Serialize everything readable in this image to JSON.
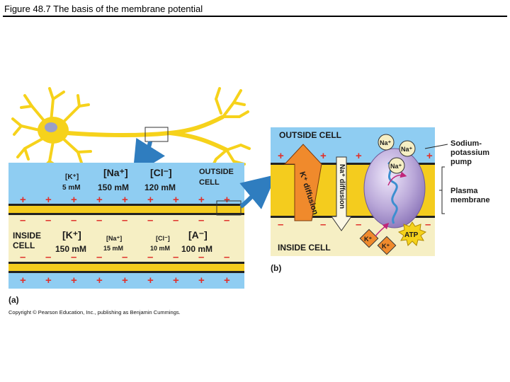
{
  "title": "Figure 48.7  The basis of the membrane potential",
  "panel_a": {
    "label": "(a)",
    "outside": {
      "k_label": "[K⁺]",
      "k_value": "5 mM",
      "na_label": "[Na⁺]",
      "na_value": "150 mM",
      "cl_label": "[Cl⁻]",
      "cl_value": "120 mM",
      "region_label_1": "OUTSIDE",
      "region_label_2": "CELL"
    },
    "inside": {
      "region_label_1": "INSIDE",
      "region_label_2": "CELL",
      "k_label": "[K⁺]",
      "k_value": "150 mM",
      "na_label": "[Na⁺]",
      "na_value": "15 mM",
      "cl_label": "[Cl⁻]",
      "cl_value": "10 mM",
      "a_label": "[A⁻]",
      "a_value": "100 mM"
    },
    "plus_sign": "+",
    "minus_sign": "–"
  },
  "panel_b": {
    "label": "(b)",
    "outside_label": "OUTSIDE CELL",
    "inside_label": "INSIDE CELL",
    "k_diffusion": "K⁺ diffusion",
    "na_diffusion": "Na⁺ diffusion",
    "na_ion": "Na⁺",
    "k_ion": "K⁺",
    "atp": "ATP",
    "pump_label": [
      "Sodium-",
      "potassium",
      "pump"
    ],
    "membrane_label": [
      "Plasma",
      "membrane"
    ]
  },
  "copyright": "Copyright © Pearson Education, Inc., publishing as Benjamin Cummings.",
  "colors": {
    "extracellular": "#8fcdf2",
    "membrane": "#f4cc1e",
    "intracellular": "#f6efc4",
    "sign": "#e0302a",
    "arrow_k": "#f08a2c",
    "pump": "#b9a7d8",
    "neuron": "#f6d21b",
    "link_arrow": "#2f7dbf"
  }
}
